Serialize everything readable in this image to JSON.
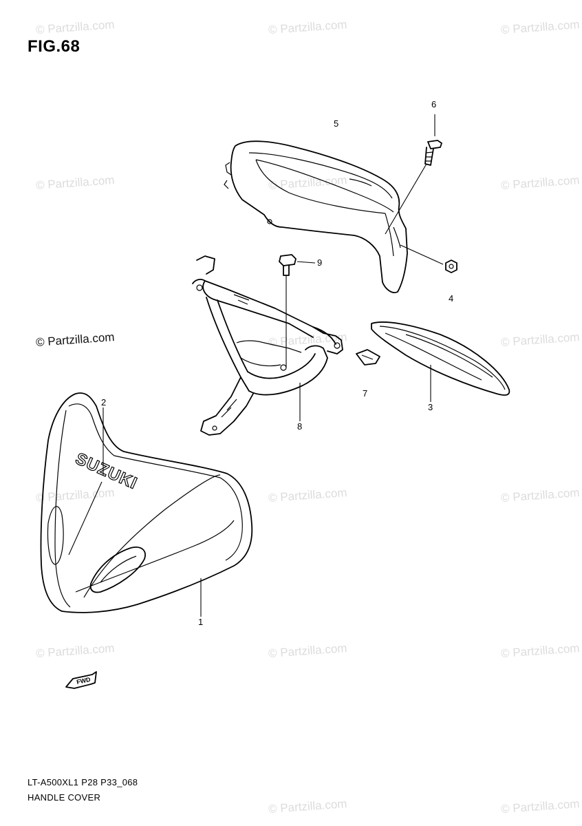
{
  "figure": {
    "title": "FIG.68"
  },
  "watermark": {
    "text": "© Partzilla.com"
  },
  "callouts": [
    "1",
    "2",
    "3",
    "4",
    "5",
    "6",
    "7",
    "8",
    "9"
  ],
  "emblem_text": "SUZUKI",
  "fwd_text": "FWD",
  "footer": {
    "code": "LT-A500XL1 P28 P33_068",
    "caption": "HANDLE COVER"
  }
}
